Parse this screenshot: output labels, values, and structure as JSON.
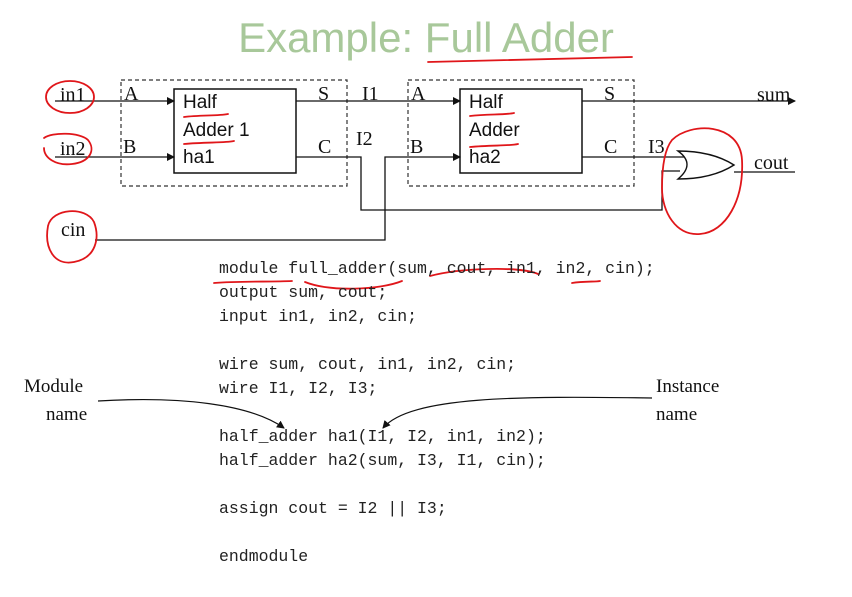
{
  "title": "Example: Full Adder",
  "inputs": {
    "in1": "in1",
    "in2": "in2",
    "cin": "cin"
  },
  "outputs": {
    "sum": "sum",
    "cout": "cout"
  },
  "ha1": {
    "port_a": "A",
    "port_b": "B",
    "port_s": "S",
    "port_c": "C",
    "line1": "Half",
    "line2": "Adder 1",
    "line3": "ha1"
  },
  "ha2": {
    "port_a": "A",
    "port_b": "B",
    "port_s": "S",
    "port_c": "C",
    "line1": "Half",
    "line2": "Adder",
    "line3": "ha2"
  },
  "wires": {
    "i1": "I1",
    "i2": "I2",
    "i3": "I3"
  },
  "code_lines": [
    "module full_adder(sum, cout, in1, in2, cin);",
    "output sum, cout;",
    "input in1, in2, cin;",
    "",
    "wire sum, cout, in1, in2, cin;",
    "wire I1, I2, I3;",
    "",
    "half_adder ha1(I1, I2, in1, in2);",
    "half_adder ha2(sum, I3, I1, cin);",
    "",
    "assign cout = I2 || I3;",
    "",
    "endmodule"
  ],
  "annotations": {
    "module_name_1": "Module",
    "module_name_2": "name",
    "instance_name_1": "Instance",
    "instance_name_2": "name"
  },
  "colors": {
    "title": "#a8c89a",
    "ink": "#111111",
    "pen": "#e0161a"
  }
}
